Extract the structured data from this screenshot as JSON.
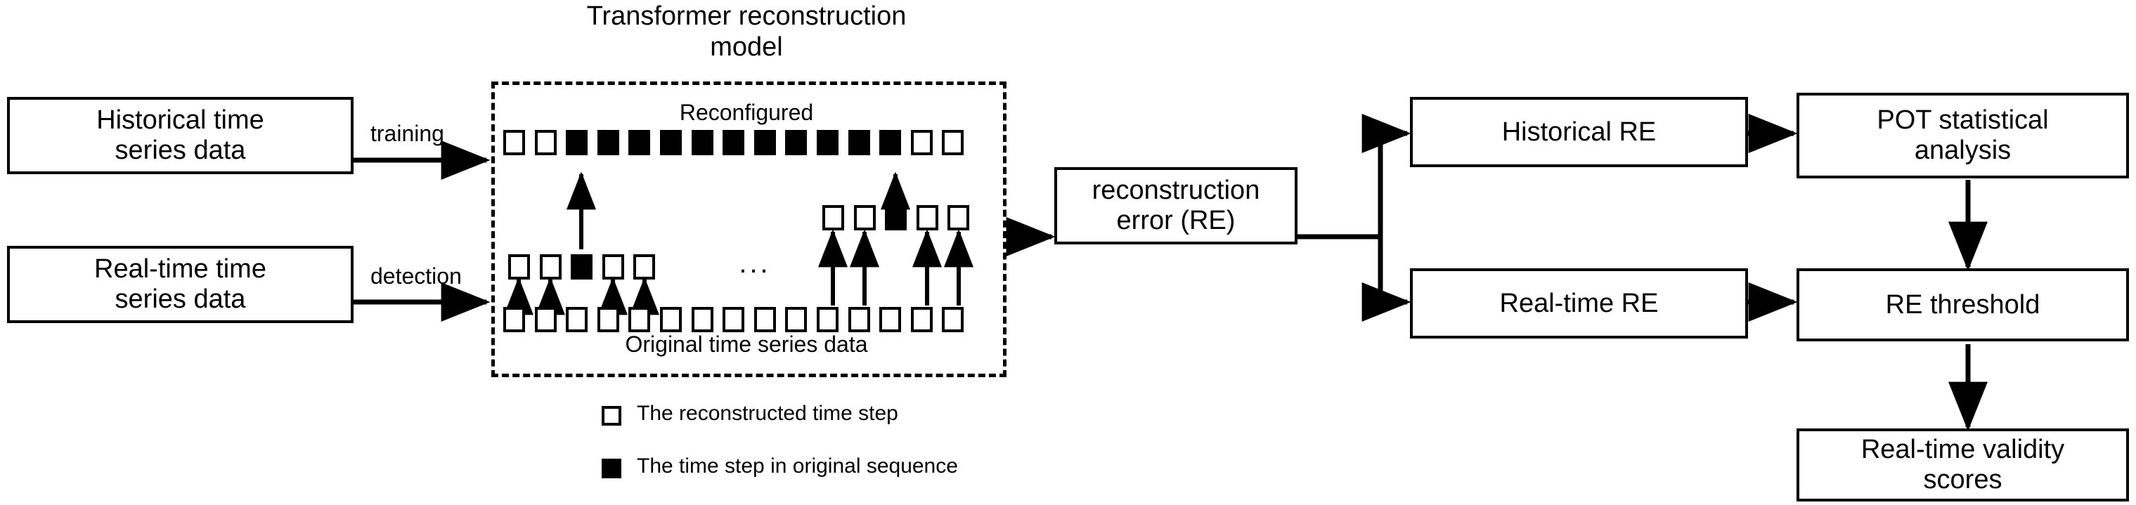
{
  "diagram": {
    "title_center": "Transformer reconstruction model",
    "left_boxes": [
      {
        "id": "historical-input",
        "line1": "Historical time",
        "line2": "series data"
      },
      {
        "id": "realtime-input",
        "line1": "Real-time time",
        "line2": "series data"
      }
    ],
    "edge_labels": {
      "training": "training",
      "detection": "detection"
    },
    "model": {
      "label_top": "Reconfigured",
      "label_bottom": "Original time series data",
      "ellipsis": "...",
      "rows": {
        "reconstructed_top": {
          "count": 15,
          "filled": [
            false,
            false,
            true,
            true,
            true,
            true,
            true,
            true,
            true,
            true,
            true,
            true,
            true,
            false,
            false
          ]
        },
        "middle_left": {
          "count": 5,
          "filled": [
            false,
            false,
            true,
            false,
            false
          ]
        },
        "middle_right": {
          "count": 5,
          "filled": [
            false,
            false,
            true,
            false,
            false
          ]
        },
        "original_bottom": {
          "count": 15,
          "filled": [
            false,
            false,
            false,
            false,
            false,
            false,
            false,
            false,
            false,
            false,
            false,
            false,
            false,
            false,
            false
          ]
        }
      }
    },
    "right_boxes": [
      {
        "id": "reconstruction-error",
        "line1": "reconstruction",
        "line2": "error (RE)"
      },
      {
        "id": "historical-re",
        "line1": "Historical RE",
        "line2": ""
      },
      {
        "id": "realtime-re",
        "line1": "Real-time RE",
        "line2": ""
      },
      {
        "id": "pot-analysis",
        "line1": "POT statistical",
        "line2": "analysis"
      },
      {
        "id": "re-threshold",
        "line1": "RE threshold",
        "line2": ""
      },
      {
        "id": "validity-scores",
        "line1": "Real-time validity",
        "line2": "scores"
      }
    ],
    "legend": [
      {
        "id": "legend-open",
        "marker": "open-square",
        "label": "The reconstructed time step"
      },
      {
        "id": "legend-filled",
        "marker": "filled-square",
        "label": "The time step in original sequence"
      }
    ],
    "colors": {
      "stroke": "#000000",
      "background": "#ffffff"
    }
  }
}
